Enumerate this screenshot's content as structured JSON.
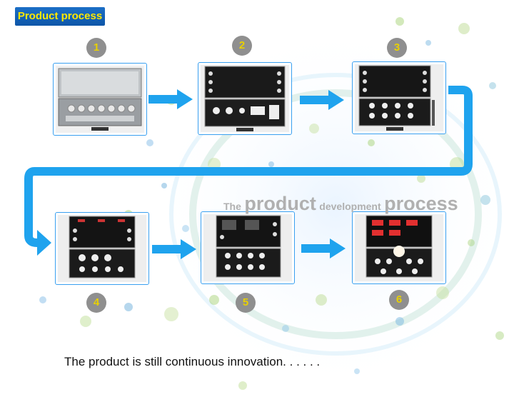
{
  "header": {
    "title": "Product process"
  },
  "steps": [
    {
      "number": "1"
    },
    {
      "number": "2"
    },
    {
      "number": "3"
    },
    {
      "number": "4"
    },
    {
      "number": "5"
    },
    {
      "number": "6"
    }
  ],
  "watermark": {
    "w1": "The",
    "w2": "product",
    "w3": "development",
    "w4": "process"
  },
  "footer": {
    "text": "The product is still continuous innovation. . . . . ."
  },
  "colors": {
    "badge": "#0d56a8",
    "badge_text": "#ffe800",
    "arrow": "#1fa3ee",
    "frame": "#3aa0f0",
    "number_bg": "#8f8f8f"
  }
}
